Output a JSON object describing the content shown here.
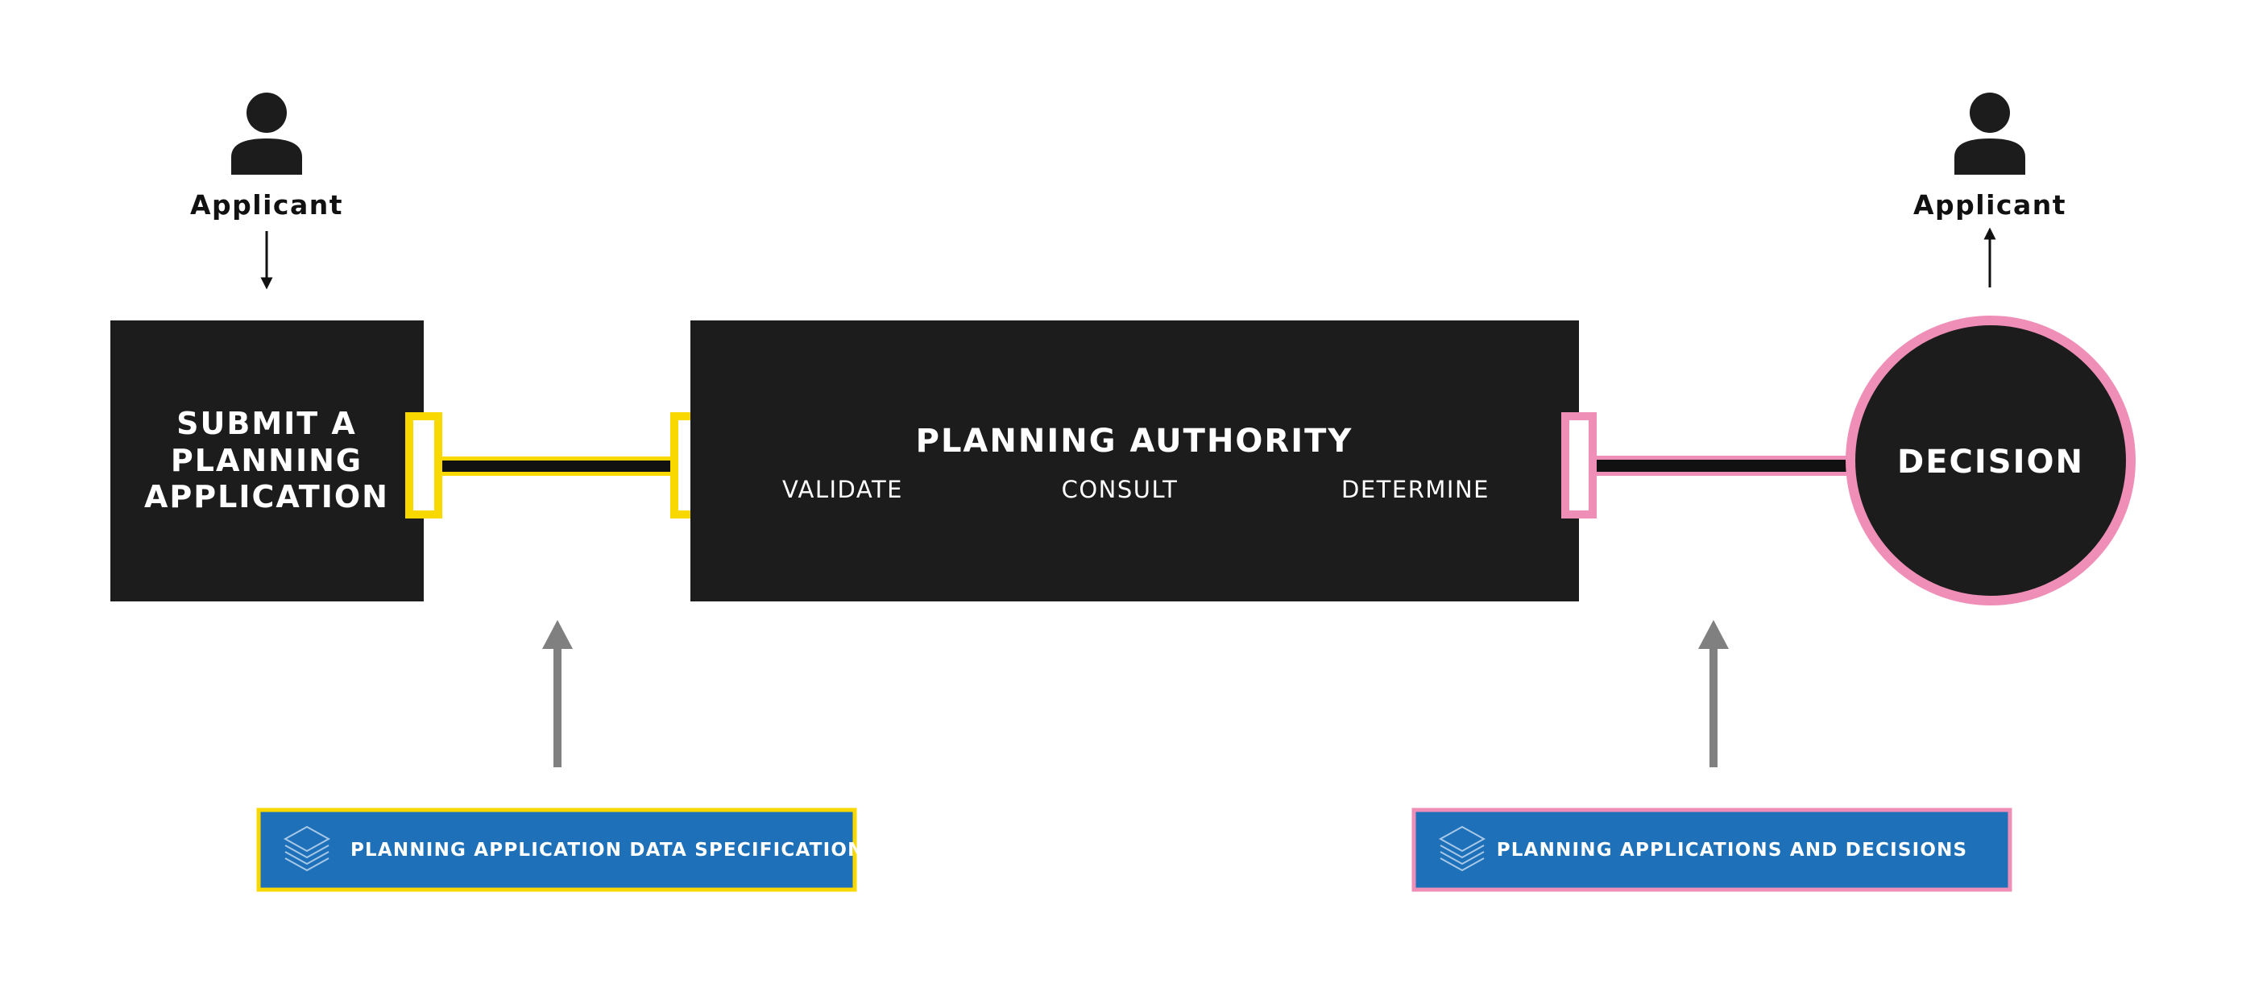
{
  "actors": {
    "left_label": "Applicant",
    "right_label": "Applicant"
  },
  "submit_box": {
    "lines": [
      "SUBMIT A",
      "PLANNING",
      "APPLICATION"
    ]
  },
  "authority_box": {
    "title": "PLANNING AUTHORITY",
    "steps": [
      "VALIDATE",
      "CONSULT",
      "DETERMINE"
    ]
  },
  "decision": {
    "label": "DECISION"
  },
  "data_boxes": {
    "left": "PLANNING APPLICATION DATA SPECIFICATIONS",
    "right": "PLANNING APPLICATIONS AND DECISIONS"
  },
  "colors": {
    "dark": "#1c1c1c",
    "yellow": "#f9d800",
    "pink": "#ef8fb8",
    "blue": "#1e70b8",
    "gray_arrow": "#808080"
  }
}
